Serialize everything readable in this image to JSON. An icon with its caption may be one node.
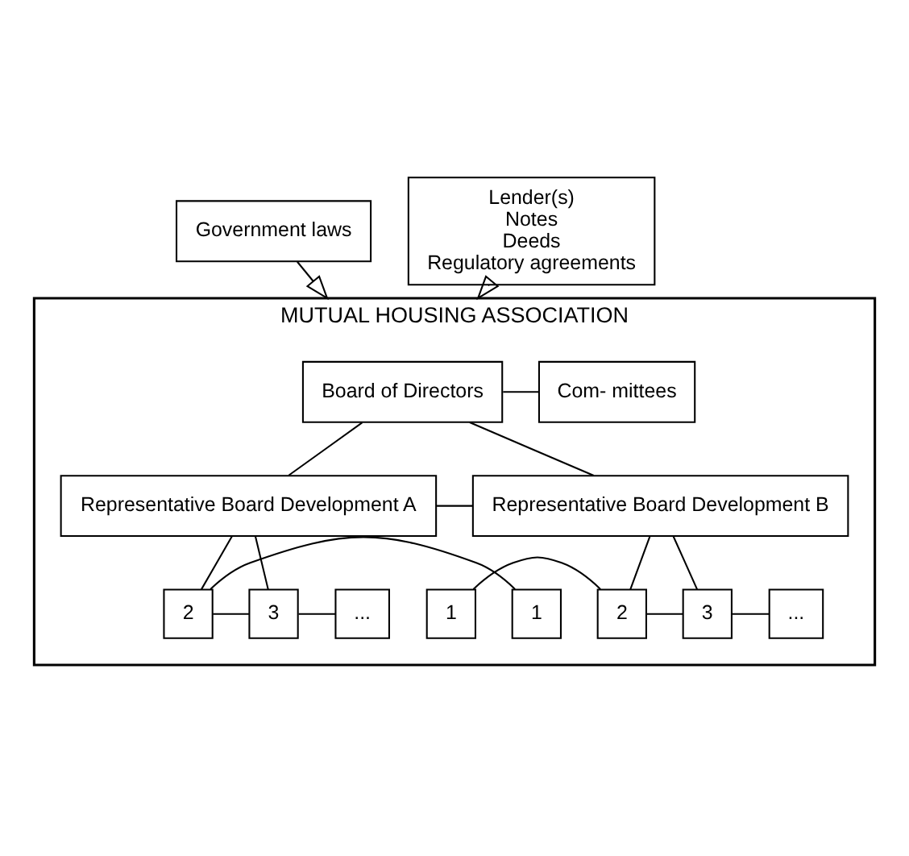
{
  "diagram": {
    "nodes": [
      {
        "text": [
          "MUTUAL HOUSING ASSOCIATION"
        ]
      },
      {
        "text": [
          "Government laws"
        ]
      },
      {
        "text": [
          "Board of Directors"
        ],
        "in": 0
      },
      {
        "text": [
          "Com- mittees"
        ],
        "in": 0
      },
      {
        "text": [
          "Lender(s)",
          "Notes",
          "Deeds",
          "Regulatory agreements"
        ]
      },
      {
        "text": [
          "Representative Board Development A"
        ],
        "in": 0
      },
      {
        "text": [
          "Representative Board Development B"
        ],
        "in": 0
      },
      {
        "text": [
          "1"
        ],
        "in": 0
      },
      {
        "text": [
          "2"
        ],
        "in": 0
      },
      {
        "text": [
          "3"
        ],
        "in": 0
      },
      {
        "text": [
          "..."
        ],
        "in": 0
      },
      {
        "text": [
          "1"
        ],
        "in": 0
      },
      {
        "text": [
          "2"
        ],
        "in": 0
      },
      {
        "text": [
          "3"
        ],
        "in": 0
      },
      {
        "text": [
          "..."
        ],
        "in": 0
      }
    ],
    "edges": [
      {
        "from": 1,
        "to": 0,
        "arrow": "to"
      },
      {
        "from": 4,
        "to": 0,
        "arrow": "to"
      },
      {
        "from": 2,
        "to": 3,
        "arrow": "none"
      },
      {
        "from": 5,
        "to": 6,
        "arrow": "none"
      },
      {
        "from": 2,
        "to": 5,
        "arrow": "none"
      },
      {
        "from": 2,
        "to": 6,
        "arrow": "none"
      },
      {
        "from": 7,
        "to": 8,
        "arrow": "none"
      },
      {
        "from": 8,
        "to": 9,
        "arrow": "none"
      },
      {
        "from": 9,
        "to": 10,
        "arrow": "none"
      },
      {
        "from": 5,
        "to": 8,
        "arrow": "none"
      },
      {
        "from": 5,
        "to": 9,
        "arrow": "none"
      },
      {
        "from": 11,
        "to": 12,
        "arrow": "none"
      },
      {
        "from": 12,
        "to": 13,
        "arrow": "none"
      },
      {
        "from": 13,
        "to": 14,
        "arrow": "none"
      },
      {
        "from": 6,
        "to": 12,
        "arrow": "none"
      },
      {
        "from": 6,
        "to": 13,
        "arrow": "none"
      }
    ]
  }
}
